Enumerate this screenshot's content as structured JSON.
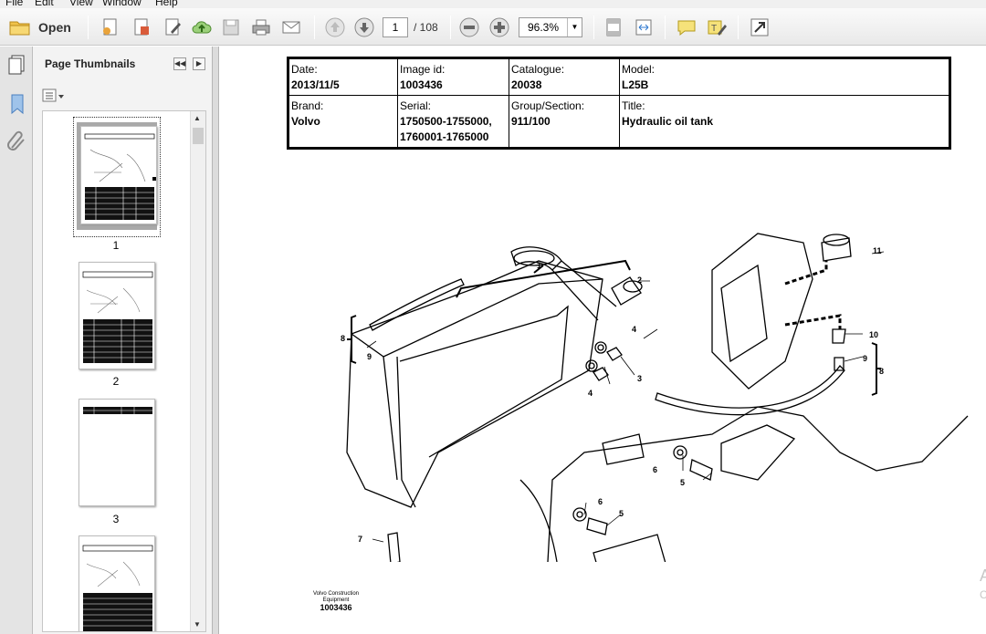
{
  "menu": [
    "File",
    "Edit",
    "View",
    "Window",
    "Help"
  ],
  "toolbar": {
    "open_label": "Open",
    "page_current": "1",
    "page_total": "/ 108",
    "zoom": "96.3%"
  },
  "panel": {
    "title": "Page Thumbnails",
    "thumbnails": [
      {
        "label": "1",
        "selected": true
      },
      {
        "label": "2",
        "selected": false
      },
      {
        "label": "3",
        "selected": false
      },
      {
        "label": "",
        "selected": false
      }
    ]
  },
  "doc": {
    "rows": [
      [
        {
          "label": "Date:",
          "value": "2013/11/5"
        },
        {
          "label": "Image id:",
          "value": "1003436"
        },
        {
          "label": "Catalogue:",
          "value": "20038"
        },
        {
          "label": "Model:",
          "value": "L25B"
        }
      ],
      [
        {
          "label": "Brand:",
          "value": "Volvo"
        },
        {
          "label": "Serial:",
          "value": "1750500-1755000,\n1760001-1765000"
        },
        {
          "label": "Group/Section:",
          "value": "911/100"
        },
        {
          "label": "Title:",
          "value": "Hydraulic oil tank"
        }
      ]
    ],
    "callouts": [
      "1",
      "2",
      "3",
      "4",
      "4",
      "5",
      "5",
      "6",
      "6",
      "7",
      "8",
      "8",
      "9",
      "9",
      "10",
      "11"
    ],
    "footer_company": "Volvo Construction Equipment",
    "footer_id": "1003436",
    "cutoff_a": "A",
    "cutoff_c": "C"
  },
  "colors": {
    "accent_icon": "#2f7ad0",
    "toolbar_bg": "#ececec",
    "panel_bg": "#f3f3f3"
  }
}
